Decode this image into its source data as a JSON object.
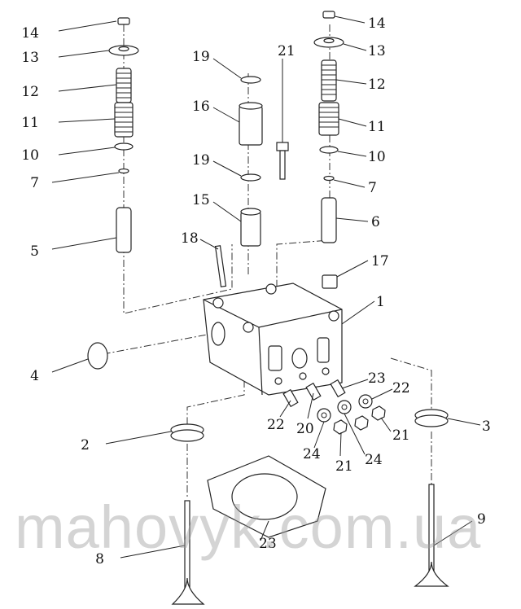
{
  "diagram": {
    "callouts": [
      "14",
      "13",
      "12",
      "11",
      "10",
      "7",
      "5",
      "4",
      "2",
      "8",
      "19",
      "16",
      "21",
      "19",
      "15",
      "18",
      "14",
      "13",
      "12",
      "11",
      "10",
      "7",
      "6",
      "17",
      "1",
      "23",
      "22",
      "22",
      "20",
      "21",
      "24",
      "21",
      "24",
      "3",
      "23",
      "9"
    ],
    "watermark": "mahovyk.com.ua"
  }
}
